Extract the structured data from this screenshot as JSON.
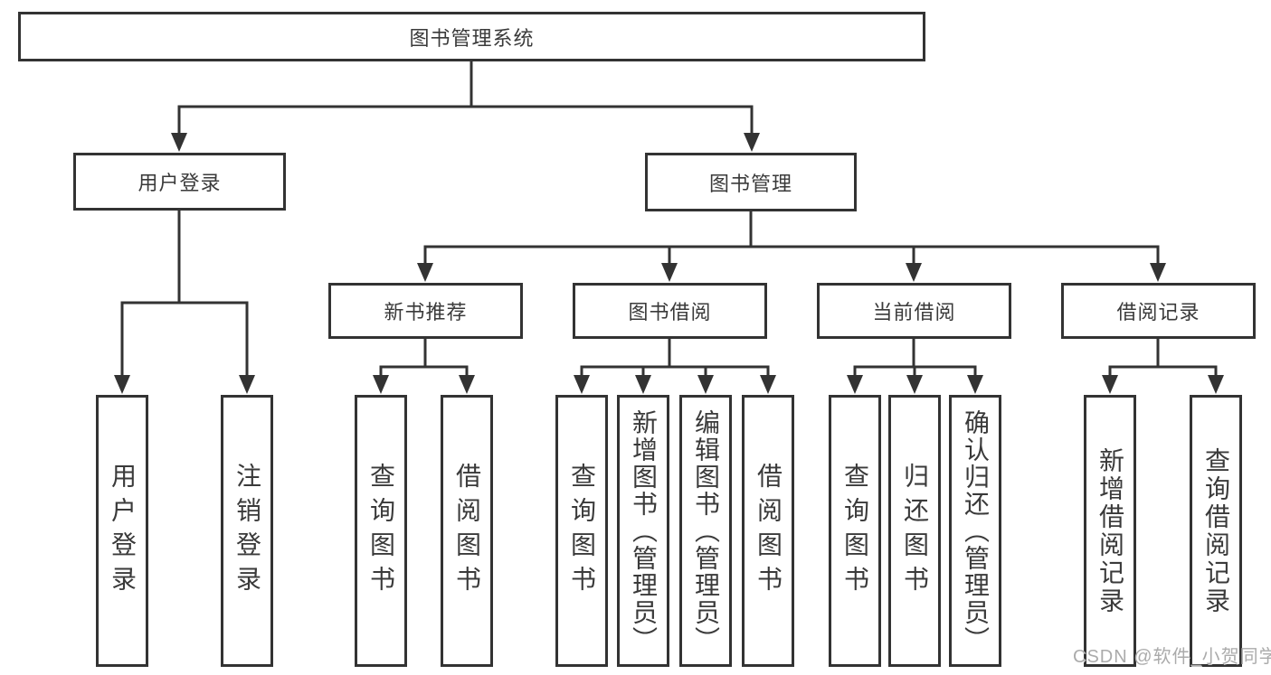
{
  "diagram": {
    "root": "图书管理系统",
    "user": {
      "label": "用户登录",
      "children": [
        "用户登录",
        "注销登录"
      ]
    },
    "book": {
      "label": "图书管理",
      "groups": [
        {
          "label": "新书推荐",
          "children": [
            "查询图书",
            "借阅图书"
          ]
        },
        {
          "label": "图书借阅",
          "children": [
            "查询图书",
            "新增图书（管理员）",
            "编辑图书（管理员）",
            "借阅图书"
          ]
        },
        {
          "label": "当前借阅",
          "children": [
            "查询图书",
            "归还图书",
            "确认归还（管理员）"
          ]
        },
        {
          "label": "借阅记录",
          "children": [
            "新增借阅记录",
            "查询借阅记录"
          ]
        }
      ]
    }
  },
  "watermark": "CSDN @软件_小贺同学",
  "colors": {
    "line": "#333333",
    "text": "#3a3a3a",
    "watermark": "#ababab",
    "bg": "#ffffff"
  }
}
